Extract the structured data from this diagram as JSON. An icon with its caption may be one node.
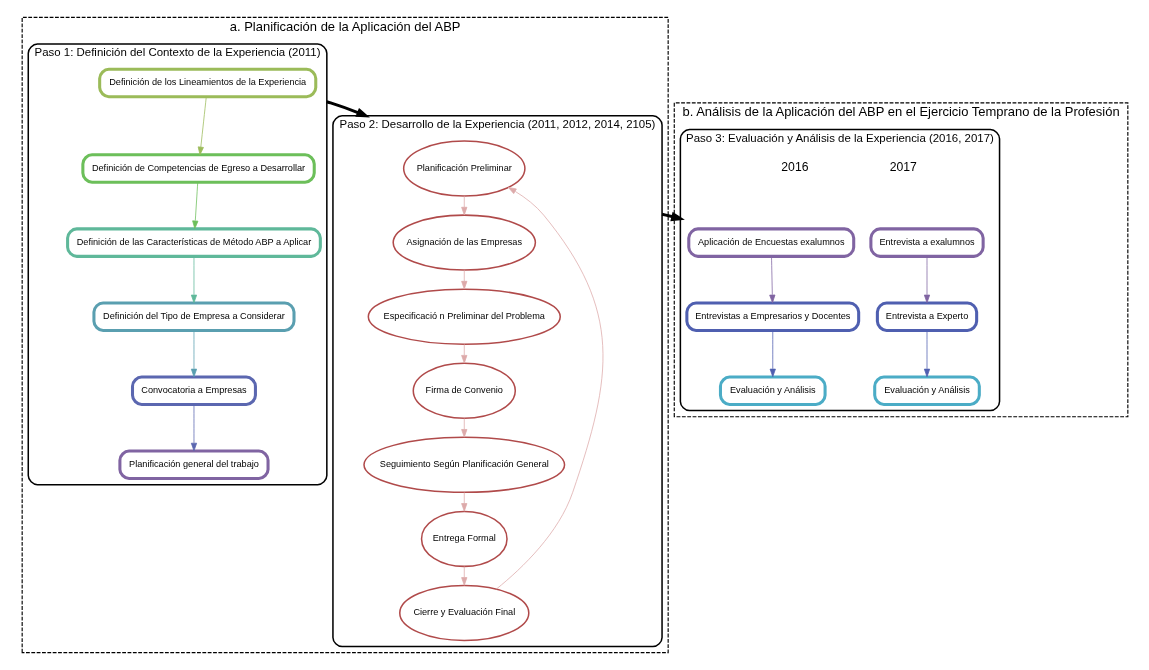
{
  "diagram": {
    "nodes": [
      {
        "text": [
          "a. Planificación de la Aplicación del ABP"
        ]
      },
      {
        "text": [
          "Paso 1: Definición del Contexto de la Experiencia (2011)"
        ],
        "in": 0
      },
      {
        "text": [
          "Definición de los Lineamientos de la Experiencia"
        ],
        "in": 1
      },
      {
        "text": [
          "Definición de Competencias de Egreso a Desarrollar"
        ],
        "in": 1
      },
      {
        "text": [
          "Definición de las Características de Método ABP a Aplicar"
        ],
        "in": 1
      },
      {
        "text": [
          "Definición del Tipo de Empresa a Considerar"
        ],
        "in": 1
      },
      {
        "text": [
          "Convocatoria a Empresas"
        ],
        "in": 1
      },
      {
        "text": [
          "Planificación general del trabajo"
        ],
        "in": 1
      },
      {
        "text": [
          "Paso 2: Desarrollo de la Experiencia (2011, 2012, 2014, 2105)"
        ],
        "in": 0
      },
      {
        "text": [
          "Planificación Preliminar"
        ],
        "in": 8
      },
      {
        "text": [
          "Asignación de las Empresas"
        ],
        "in": 8
      },
      {
        "text": [
          "Especificació n Preliminar del Problema"
        ],
        "in": 8
      },
      {
        "text": [
          "Firma de Convenio"
        ],
        "in": 8
      },
      {
        "text": [
          "Seguimiento Según Planificación General"
        ],
        "in": 8
      },
      {
        "text": [
          "Entrega Formal"
        ],
        "in": 8
      },
      {
        "text": [
          "Cierre y Evaluación Final"
        ],
        "in": 8
      },
      {
        "text": [
          "b. Análisis de la Aplicación del ABP en el Ejercicio Temprano de la Profesión"
        ]
      },
      {
        "text": [
          "Paso 3: Evaluación y Análisis de la Experiencia (2016, 2017)"
        ],
        "in": 16
      },
      {
        "text": [
          "Aplicación de Encuestas exalumnos"
        ],
        "in": 17
      },
      {
        "text": [
          "Entrevistas a Empresarios y Docentes"
        ],
        "in": 17
      },
      {
        "text": [
          "Evaluación y Análisis"
        ],
        "in": 17
      },
      {
        "text": [
          "Entrevista a exalumnos"
        ],
        "in": 17
      },
      {
        "text": [
          "Entrevista a Experto"
        ],
        "in": 17
      },
      {
        "text": [
          "Evaluación y Análisis"
        ],
        "in": 17
      }
    ],
    "edges": [
      {
        "from": 1,
        "to": 8,
        "arrow": "to",
        "style": "thick",
        "color": "#000000"
      },
      {
        "from": 8,
        "to": 17,
        "arrow": "to",
        "style": "thick",
        "color": "#000000"
      },
      {
        "from": 2,
        "to": 3,
        "arrow": "to",
        "color": "#9bbb59"
      },
      {
        "from": 3,
        "to": 4,
        "arrow": "to",
        "color": "#6cbf5a"
      },
      {
        "from": 4,
        "to": 5,
        "arrow": "to",
        "color": "#5fb89a"
      },
      {
        "from": 5,
        "to": 6,
        "arrow": "to",
        "color": "#5a9fb0"
      },
      {
        "from": 6,
        "to": 7,
        "arrow": "to",
        "color": "#5b67b0"
      },
      {
        "from": 9,
        "to": 10,
        "arrow": "to",
        "color": "#ddaaaa"
      },
      {
        "from": 10,
        "to": 11,
        "arrow": "to",
        "color": "#ddaaaa"
      },
      {
        "from": 11,
        "to": 12,
        "arrow": "to",
        "color": "#ddaaaa"
      },
      {
        "from": 12,
        "to": 13,
        "arrow": "to",
        "color": "#ddaaaa"
      },
      {
        "from": 13,
        "to": 14,
        "arrow": "to",
        "color": "#ddaaaa"
      },
      {
        "from": 14,
        "to": 15,
        "arrow": "to",
        "color": "#ddaaaa"
      },
      {
        "from": 15,
        "to": 9,
        "arrow": "to",
        "color": "#ddaaaa"
      },
      {
        "from": 18,
        "to": 19,
        "arrow": "to",
        "color": "#8064a2"
      },
      {
        "from": 19,
        "to": 20,
        "arrow": "to",
        "color": "#4f5fb0"
      },
      {
        "from": 21,
        "to": 22,
        "arrow": "to",
        "color": "#8064a2"
      },
      {
        "from": 22,
        "to": 23,
        "arrow": "to",
        "color": "#4f5fb0"
      }
    ],
    "labels": [
      "2016",
      "2017"
    ]
  }
}
